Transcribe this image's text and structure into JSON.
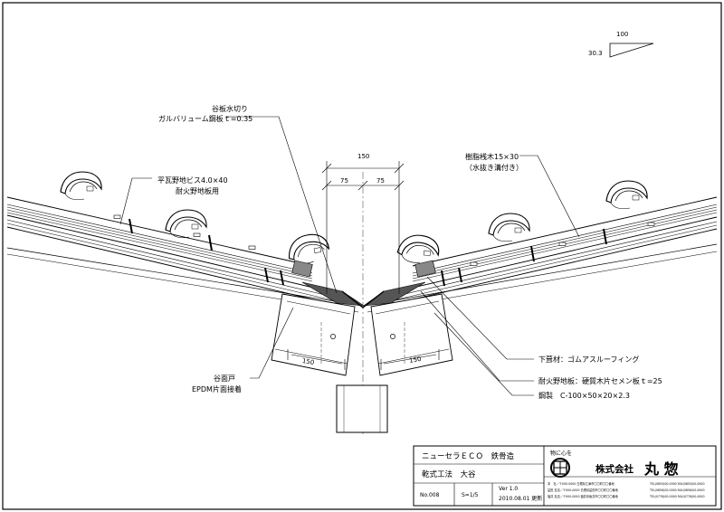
{
  "drawing": {
    "slope": {
      "run": "100",
      "rise": "30.3"
    },
    "labels": {
      "valley_flashing_1": "谷板水切り",
      "valley_flashing_2": "ガルバリューム鋼板ｔ=0.35",
      "screw_1": "平瓦野地ビス4.0×40",
      "screw_2": "耐火野地板用",
      "batten_1": "樹脂桟木15×30",
      "batten_2": "（水抜き溝付き）",
      "underlay": "下葺材：ゴムアスルーフィング",
      "roof_board": "耐火野地板：硬質木片セメン板ｔ=25",
      "steel": "鋼製　C-100×50×20×2.3",
      "gutter_1": "谷面戸",
      "gutter_2": "EPDM片面接着"
    },
    "dims": {
      "total_top": "150",
      "half_left": "75",
      "half_right": "75",
      "left_bottom": "150",
      "right_bottom": "150"
    }
  },
  "title_block": {
    "title": "ニューセラＥＣＯ　鉄骨造",
    "subtitle": "乾式工法　大谷",
    "drawing_no": "No.008",
    "scale": "S=1/5",
    "version": "Ver 1.0",
    "date": "2010.08.01 更新",
    "logo_tag": "物に心を",
    "company_prefix": "株式会社",
    "company_name": "丸 惣",
    "offices": [
      "本　社／〒000-0000 島根県江津市〇〇町〇〇番地",
      "益田 支店／〒000-0000 島根県益田市〇〇町〇〇番地",
      "福井 支店／〒000-0000 福井県坂井市〇〇町〇〇番地"
    ],
    "phones": [
      "TEL(0855)00-0000 FAX(0855)00-0000",
      "TEL(0856)00-0000 FAX(0856)00-0000",
      "TEL(0776)00-0000 FAX(0776)00-0000"
    ]
  }
}
